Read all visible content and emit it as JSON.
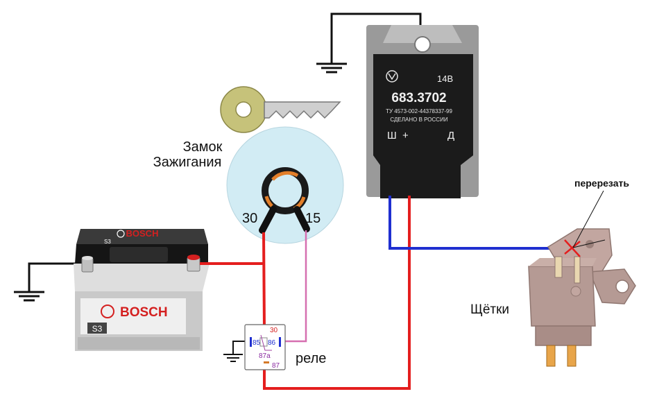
{
  "labels": {
    "ignition_line1": "Замок",
    "ignition_line2": "Зажигания",
    "terminal_30": "30",
    "terminal_15": "15",
    "relay": "реле",
    "brushes": "Щётки",
    "cut": "перерезать"
  },
  "regulator": {
    "voltage": "14В",
    "model": "683.3702",
    "spec": "ТУ 4573-002-44378337-99",
    "made_in": "СДЕЛАНО В РОССИИ",
    "term_sh": "Ш",
    "term_plus": "+",
    "term_d": "Д"
  },
  "battery": {
    "brand_top": "BOSCH",
    "brand_front": "BOSCH",
    "model_top": "S3",
    "model_front": "S3"
  },
  "relay_pins": {
    "p30": "30",
    "p85": "85",
    "p86": "86",
    "p87a": "87a",
    "p87": "87"
  },
  "colors": {
    "power_wire": "#e41e1e",
    "field_wire": "#1f2fd0",
    "signal_wire": "#d66fb0",
    "ground_wire": "#111111",
    "ignition_disc": "#d2ecf4",
    "key": "#c6c27a",
    "regulator_body": "#1b1b1b",
    "brush_body": "#b59a94"
  }
}
